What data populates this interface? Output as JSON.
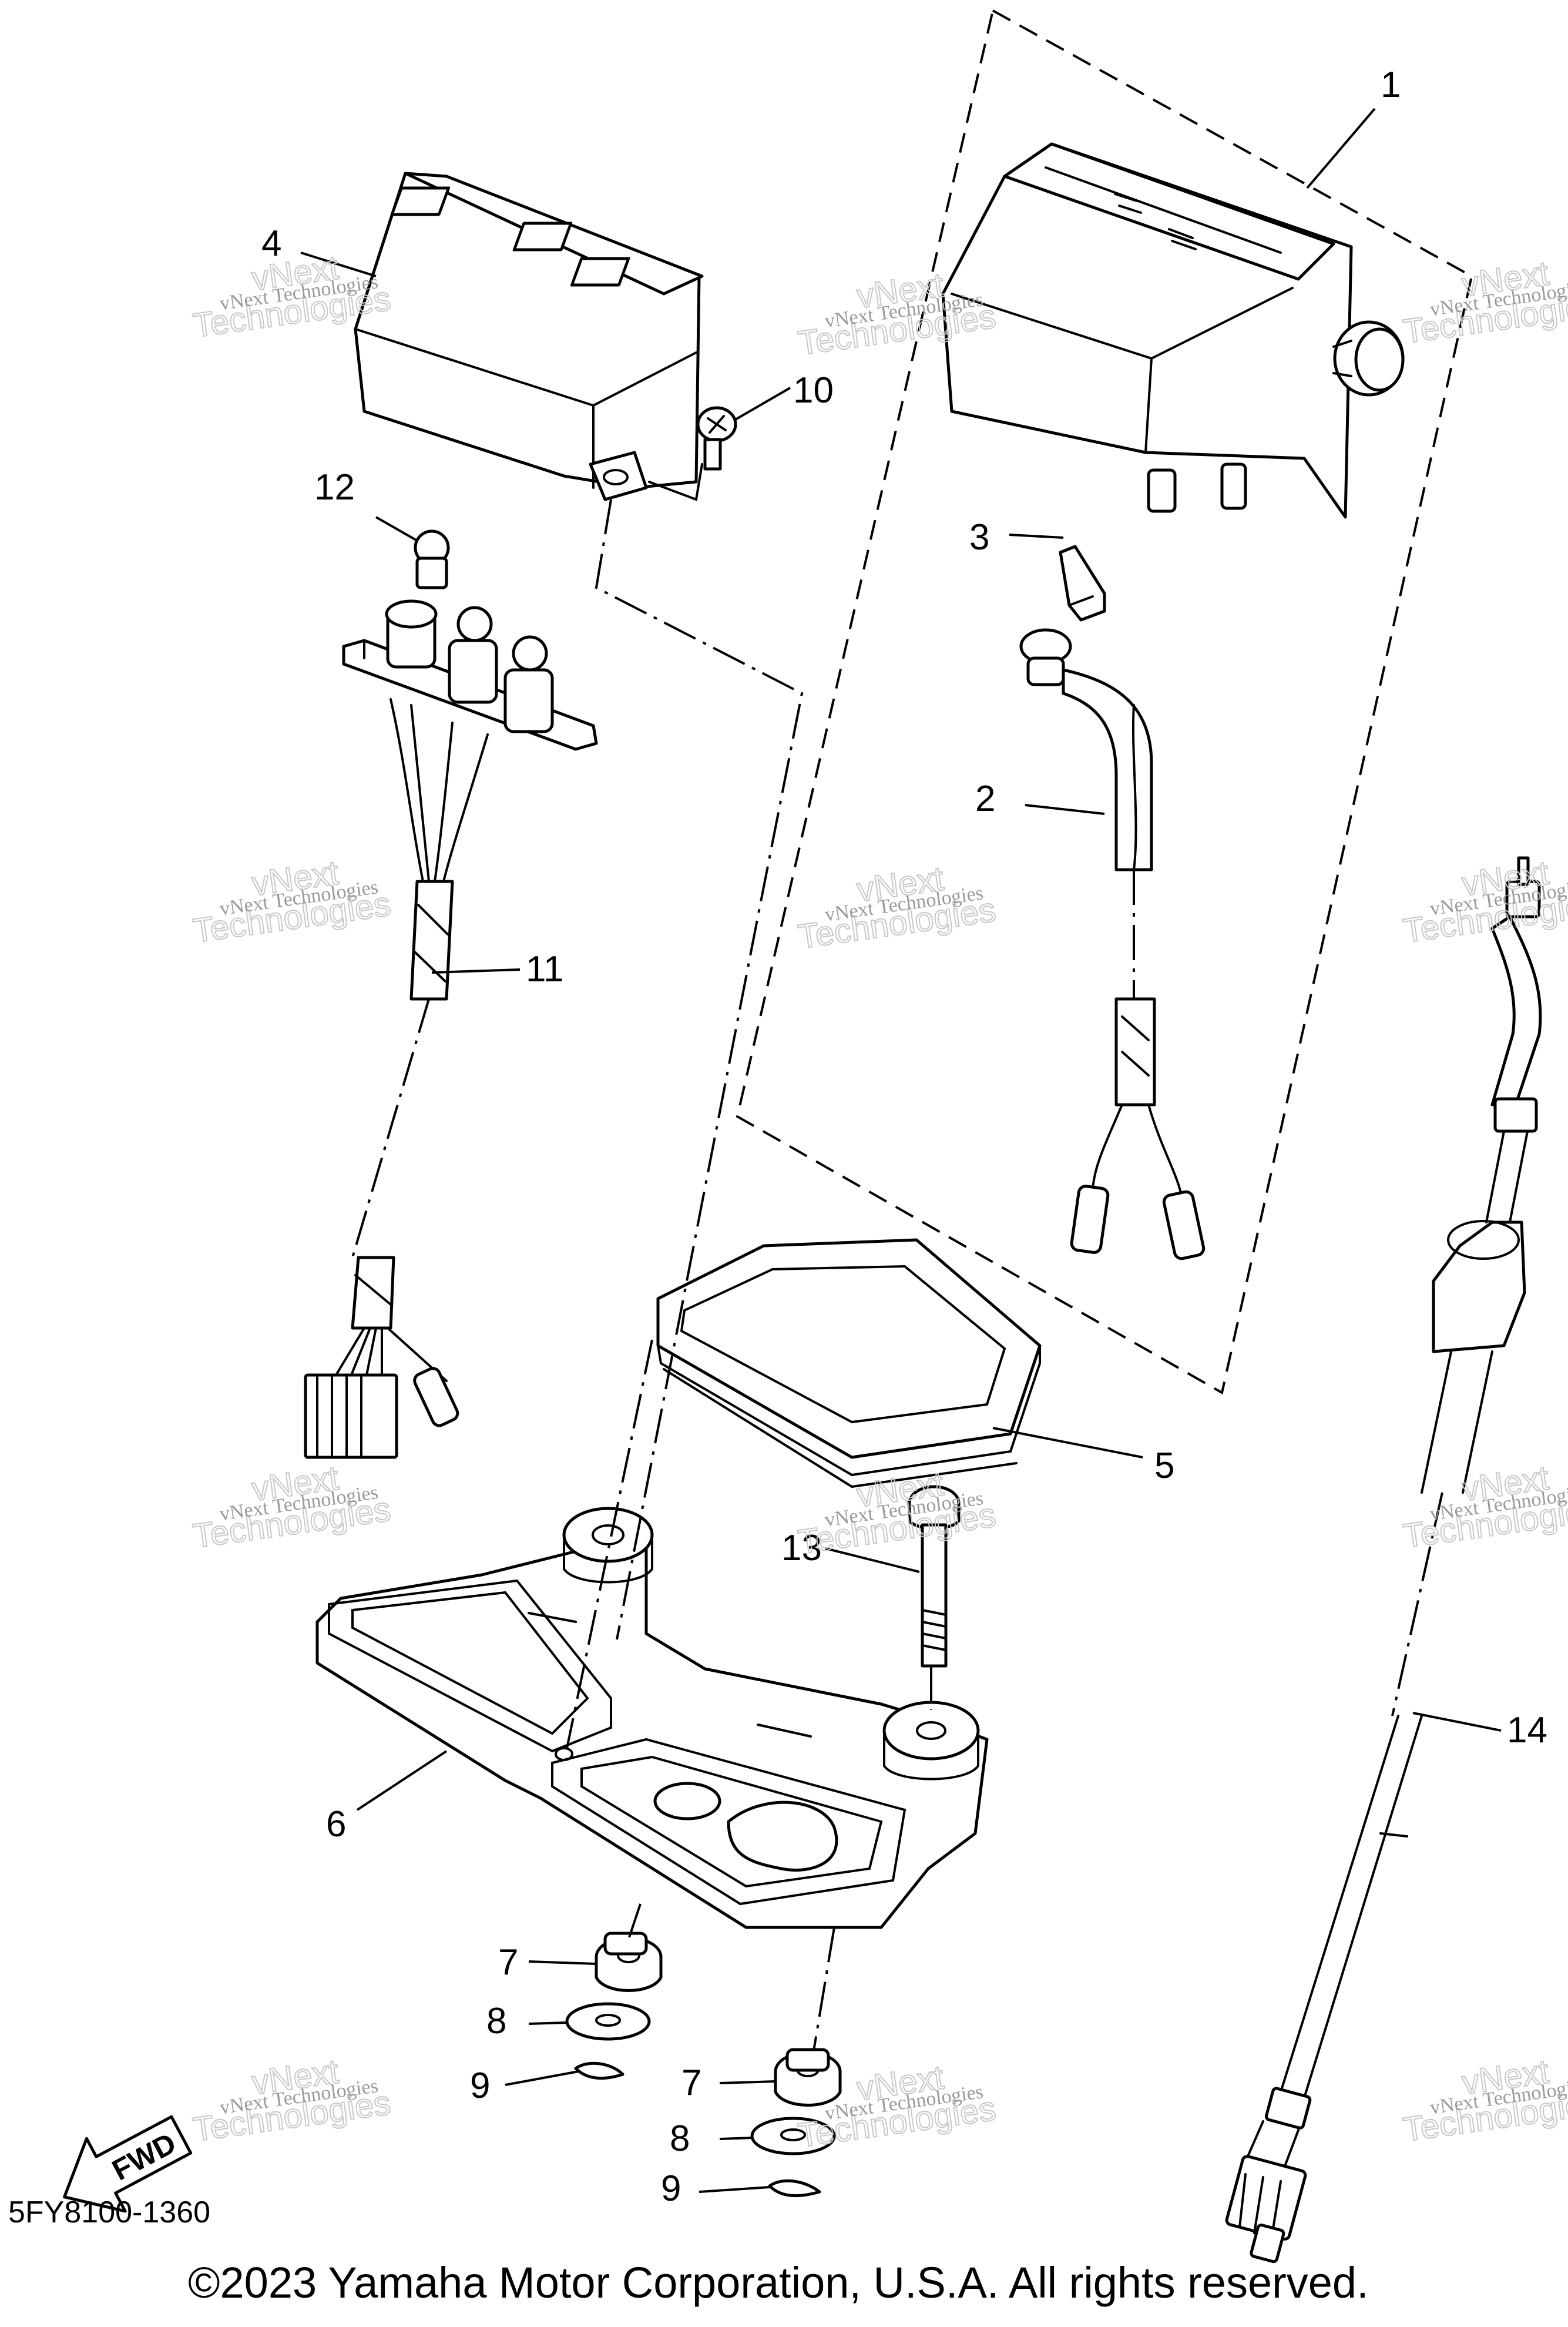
{
  "diagram": {
    "code": "5FY8100-1360",
    "copyright": "©2023 Yamaha Motor Corporation, U.S.A. All rights reserved.",
    "fwd_label": "FWD",
    "callouts": {
      "c1": "1",
      "c2": "2",
      "c3": "3",
      "c4": "4",
      "c5": "5",
      "c6": "6",
      "c7a": "7",
      "c7b": "7",
      "c8a": "8",
      "c8b": "8",
      "c9a": "9",
      "c9b": "9",
      "c10": "10",
      "c11": "11",
      "c12": "12",
      "c13": "13",
      "c14": "14"
    },
    "watermark": {
      "line1": "vNext Technologies",
      "big": "Technologies",
      "small": "vNext"
    }
  }
}
